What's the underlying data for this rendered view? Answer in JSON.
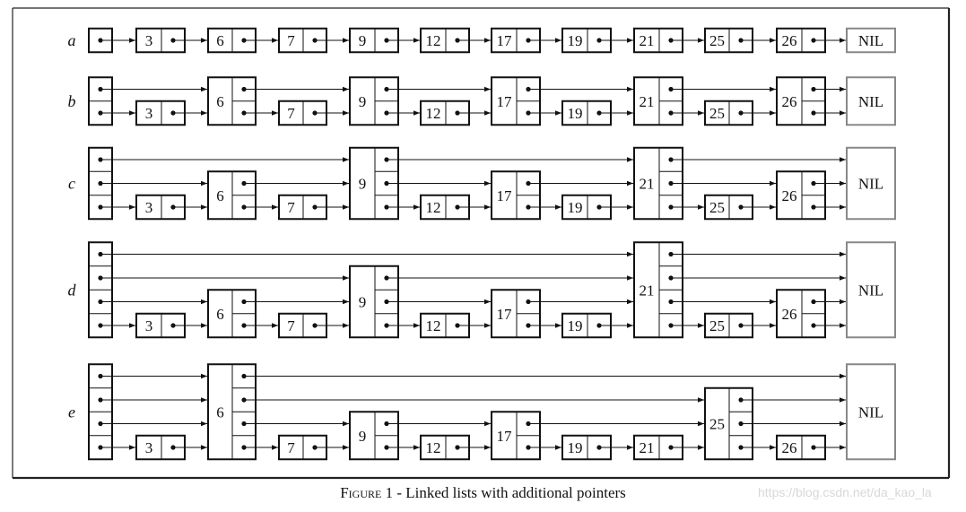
{
  "caption": {
    "prefix": "Figure",
    "text": "1 - Linked lists with additional pointers"
  },
  "watermark": "https://blog.csdn.net/da_kao_la",
  "nil_label": "NIL",
  "lists": [
    {
      "label": "a",
      "head_levels": 1,
      "nodes": [
        {
          "key": "3",
          "levels": 1
        },
        {
          "key": "6",
          "levels": 1
        },
        {
          "key": "7",
          "levels": 1
        },
        {
          "key": "9",
          "levels": 1
        },
        {
          "key": "12",
          "levels": 1
        },
        {
          "key": "17",
          "levels": 1
        },
        {
          "key": "19",
          "levels": 1
        },
        {
          "key": "21",
          "levels": 1
        },
        {
          "key": "25",
          "levels": 1
        },
        {
          "key": "26",
          "levels": 1
        }
      ]
    },
    {
      "label": "b",
      "head_levels": 2,
      "nodes": [
        {
          "key": "3",
          "levels": 1
        },
        {
          "key": "6",
          "levels": 2
        },
        {
          "key": "7",
          "levels": 1
        },
        {
          "key": "9",
          "levels": 2
        },
        {
          "key": "12",
          "levels": 1
        },
        {
          "key": "17",
          "levels": 2
        },
        {
          "key": "19",
          "levels": 1
        },
        {
          "key": "21",
          "levels": 2
        },
        {
          "key": "25",
          "levels": 1
        },
        {
          "key": "26",
          "levels": 2
        }
      ]
    },
    {
      "label": "c",
      "head_levels": 3,
      "nodes": [
        {
          "key": "3",
          "levels": 1
        },
        {
          "key": "6",
          "levels": 2
        },
        {
          "key": "7",
          "levels": 1
        },
        {
          "key": "9",
          "levels": 3
        },
        {
          "key": "12",
          "levels": 1
        },
        {
          "key": "17",
          "levels": 2
        },
        {
          "key": "19",
          "levels": 1
        },
        {
          "key": "21",
          "levels": 3
        },
        {
          "key": "25",
          "levels": 1
        },
        {
          "key": "26",
          "levels": 2
        }
      ]
    },
    {
      "label": "d",
      "head_levels": 4,
      "nodes": [
        {
          "key": "3",
          "levels": 1
        },
        {
          "key": "6",
          "levels": 2
        },
        {
          "key": "7",
          "levels": 1
        },
        {
          "key": "9",
          "levels": 3
        },
        {
          "key": "12",
          "levels": 1
        },
        {
          "key": "17",
          "levels": 2
        },
        {
          "key": "19",
          "levels": 1
        },
        {
          "key": "21",
          "levels": 4
        },
        {
          "key": "25",
          "levels": 1
        },
        {
          "key": "26",
          "levels": 2
        }
      ]
    },
    {
      "label": "e",
      "head_levels": 4,
      "nodes": [
        {
          "key": "3",
          "levels": 1
        },
        {
          "key": "6",
          "levels": 4
        },
        {
          "key": "7",
          "levels": 1
        },
        {
          "key": "9",
          "levels": 2
        },
        {
          "key": "12",
          "levels": 1
        },
        {
          "key": "17",
          "levels": 2
        },
        {
          "key": "19",
          "levels": 1
        },
        {
          "key": "21",
          "levels": 1
        },
        {
          "key": "25",
          "levels": 3
        },
        {
          "key": "26",
          "levels": 1
        }
      ]
    }
  ]
}
